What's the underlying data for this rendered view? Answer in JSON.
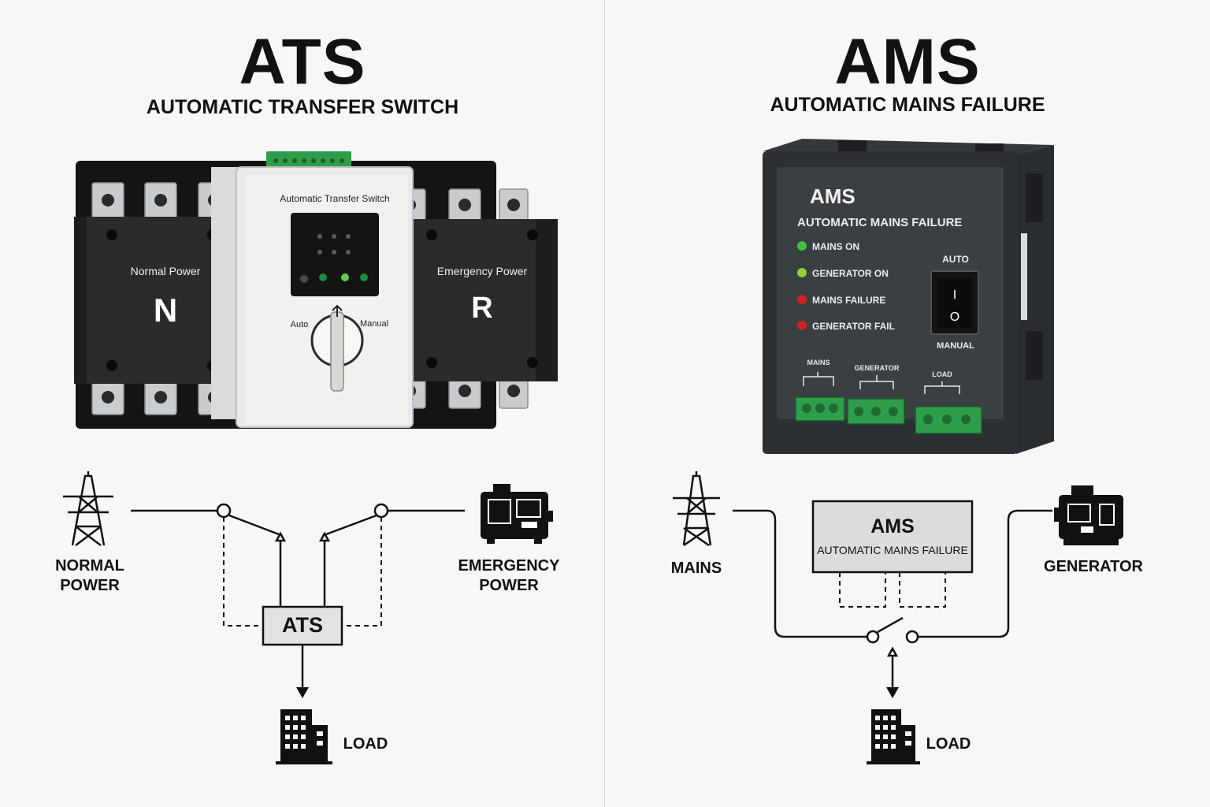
{
  "ats": {
    "title": "ATS",
    "subtitle": "AUTOMATIC TRANSFER SWITCH",
    "device": {
      "top_label": "Automatic Transfer Switch",
      "normal_label": "Normal Power",
      "normal_letter": "N",
      "emergency_label": "Emergency Power",
      "emergency_letter": "R",
      "auto_label": "Auto",
      "manual_label": "Manual"
    },
    "diagram": {
      "normal_line1": "NORMAL",
      "normal_line2": "POWER",
      "emergency_line1": "EMERGENCY",
      "emergency_line2": "POWER",
      "box_label": "ATS",
      "load_label": "LOAD"
    }
  },
  "ams": {
    "title": "AMS",
    "subtitle": "AUTOMATIC MAINS FAILURE",
    "device": {
      "brand": "AMS",
      "brand_subtitle": "AUTOMATIC MAINS FAILURE",
      "indicators": [
        {
          "label": "MAINS ON",
          "color": "#3cc23c"
        },
        {
          "label": "GENERATOR ON",
          "color": "#8fd12e"
        },
        {
          "label": "MAINS FAILURE",
          "color": "#d42020"
        },
        {
          "label": "GENERATOR FAIL",
          "color": "#d42020"
        }
      ],
      "switch_top": "AUTO",
      "switch_bottom": "MANUAL",
      "switch_on": "I",
      "switch_off": "O",
      "terminals": [
        "MAINS",
        "GENERATOR",
        "LOAD"
      ]
    },
    "diagram": {
      "mains_label": "MAINS",
      "generator_label": "GENERATOR",
      "box_title": "AMS",
      "box_subtitle": "AUTOMATIC MAINS FAILURE",
      "load_label": "LOAD"
    }
  },
  "colors": {
    "terminal_green": "#2e9e4a",
    "device_dark": "#2c2f33",
    "ams_panel": "#3a3f44"
  }
}
